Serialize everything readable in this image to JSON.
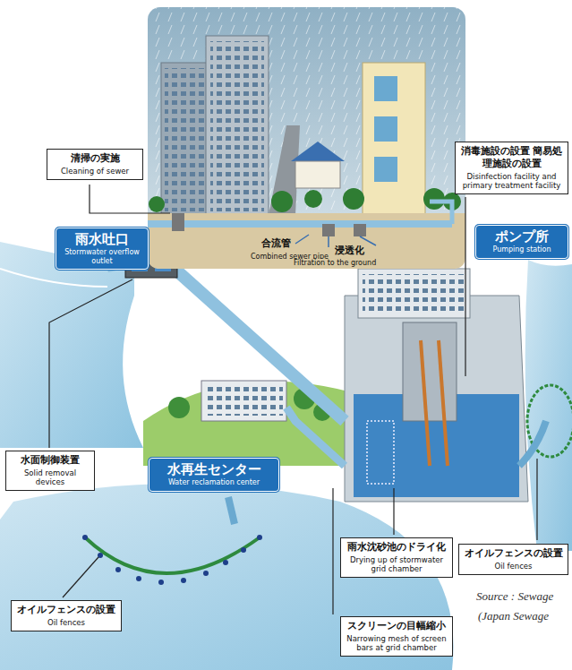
{
  "diagram": {
    "nodes": [
      {
        "text": [
          "清掃の実施",
          "Cleaning of sewer"
        ]
      },
      {
        "text": [
          "消毒施設の設置 簡易処理施設の設置",
          "Disinfection facility and primary treatment facility"
        ]
      },
      {
        "text": [
          "雨水吐口",
          "Stormwater overflow outlet"
        ]
      },
      {
        "text": [
          "ポンプ所",
          "Pumping station"
        ]
      },
      {
        "text": [
          "水面制御装置",
          "Solid removal devices"
        ]
      },
      {
        "text": [
          "水再生センター",
          "Water reclamation center"
        ]
      },
      {
        "text": [
          "雨水沈砂池のドライ化",
          "Drying up of stormwater grid chamber"
        ]
      },
      {
        "text": [
          "オイルフェンスの設置",
          "Oil fences"
        ]
      },
      {
        "text": [
          "オイルフェンスの設置",
          "Oil fences"
        ]
      },
      {
        "text": [
          "スクリーンの目幅縮小",
          "Narrowing mesh of screen bars at grid chamber"
        ]
      }
    ],
    "labels": [
      "合流管",
      "Combined sewer pipe",
      "浸透化",
      "Filtration to the ground",
      "Source : Sewage",
      "(Japan Sewage"
    ]
  }
}
